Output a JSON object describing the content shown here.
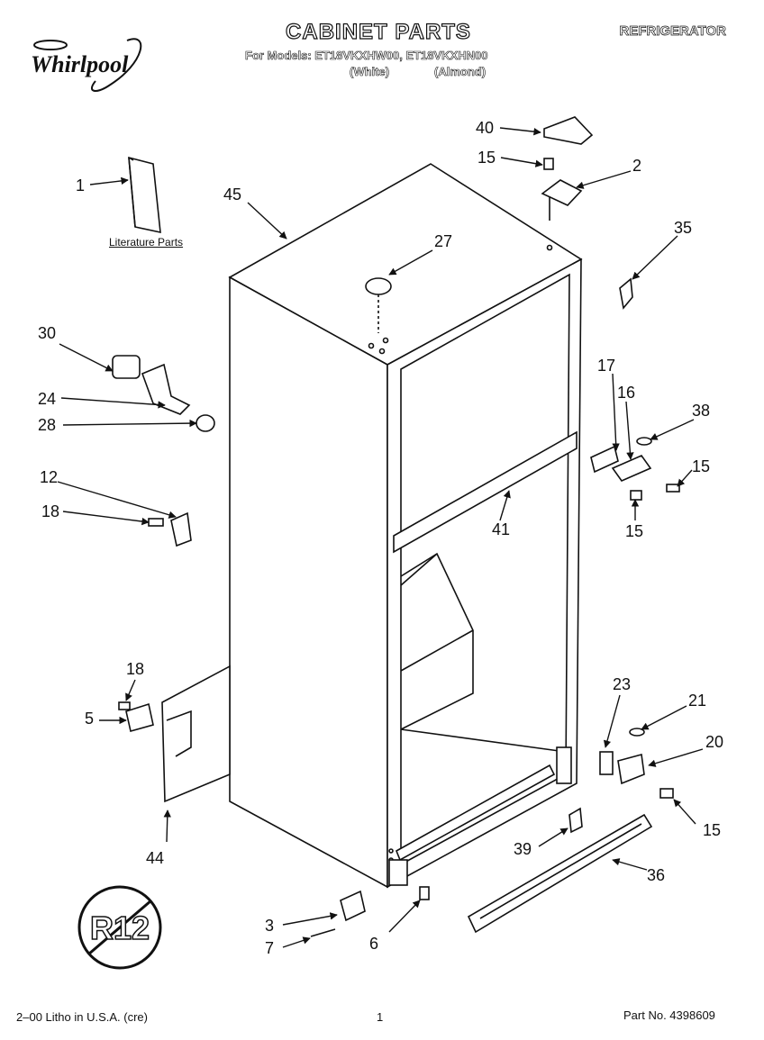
{
  "header": {
    "brand": "Whirlpool",
    "title": "CABINET PARTS",
    "category": "REFRIGERATOR",
    "models_line": "For Models: ET18VKXHW00, ET18VKXHN00",
    "variant_white": "(White)",
    "variant_almond": "(Almond)"
  },
  "diagram": {
    "literature_label": "Literature Parts",
    "r12_label": "R12",
    "callouts": [
      "1",
      "45",
      "40",
      "15",
      "2",
      "27",
      "35",
      "30",
      "24",
      "28",
      "17",
      "16",
      "38",
      "15",
      "12",
      "18",
      "41",
      "15",
      "15",
      "18",
      "5",
      "23",
      "21",
      "20",
      "44",
      "15",
      "39",
      "36",
      "3",
      "7",
      "6"
    ]
  },
  "footer": {
    "litho": "2–00 Litho in U.S.A. (cre)",
    "page": "1",
    "part_no": "Part No. 4398609"
  }
}
